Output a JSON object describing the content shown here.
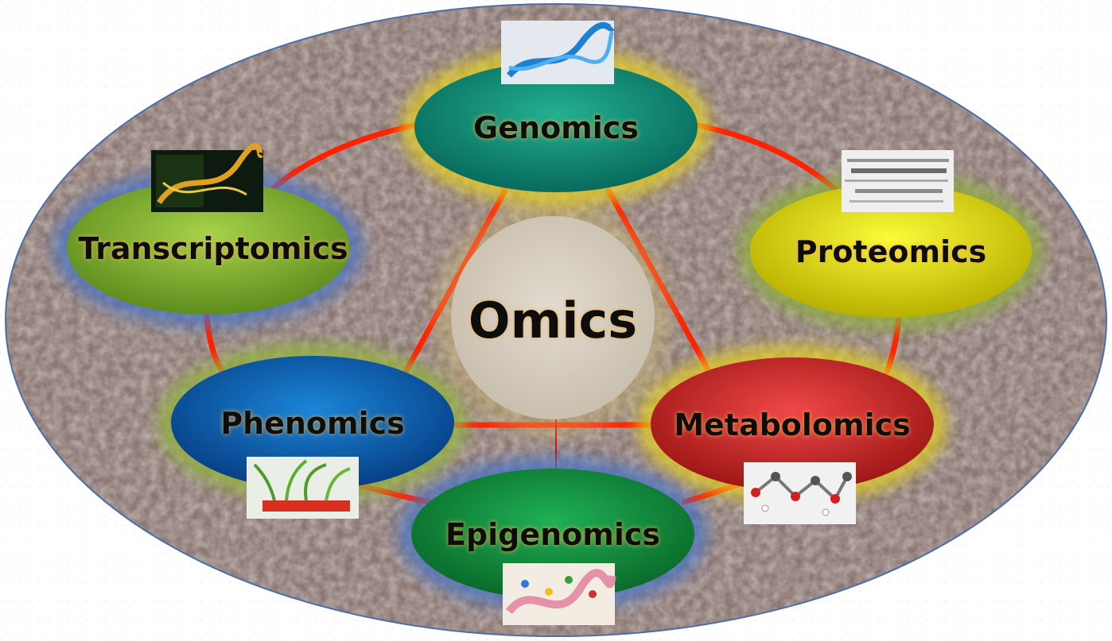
{
  "center": {
    "label": "Omics"
  },
  "nodes": [
    {
      "id": "genomics",
      "label": "Genomics",
      "color": "#0f8f78",
      "glow": "#e6d21a",
      "photo": "dna-helix-image"
    },
    {
      "id": "proteomics",
      "label": "Proteomics",
      "color": "#e8e814",
      "glow": "#8fb13a",
      "photo": "protein-gel-image"
    },
    {
      "id": "metabolomics",
      "label": "Metabolomics",
      "color": "#d12a2a",
      "glow": "#e6d21a",
      "photo": "molecule-model-image"
    },
    {
      "id": "epigenomics",
      "label": "Epigenomics",
      "color": "#118a3c",
      "glow": "#4a74c4",
      "photo": "chromatin-illustration-image"
    },
    {
      "id": "phenomics",
      "label": "Phenomics",
      "color": "#0d5fb0",
      "glow": "#93b53a",
      "photo": "plant-growth-image"
    },
    {
      "id": "transcriptomics",
      "label": "Transcriptomics",
      "color": "#7fb030",
      "glow": "#4a74c4",
      "photo": "rna-microarray-image"
    }
  ],
  "colors": {
    "background_ellipse": "#8a7672",
    "connector": "#ff2a00",
    "center_disc": "#d9d1c4"
  }
}
